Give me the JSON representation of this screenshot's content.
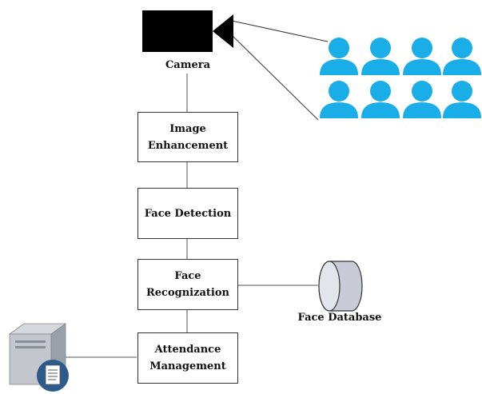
{
  "camera": {
    "label": "Camera"
  },
  "steps": [
    {
      "label": "Image Enhancement"
    },
    {
      "label": "Face Detection"
    },
    {
      "label": "Face Recognization"
    },
    {
      "label": "Attendance Management"
    }
  ],
  "database": {
    "label": "Face Database"
  },
  "colors": {
    "people": "#1aaee8",
    "camera": "#000000",
    "server": "#2d5a8c"
  }
}
